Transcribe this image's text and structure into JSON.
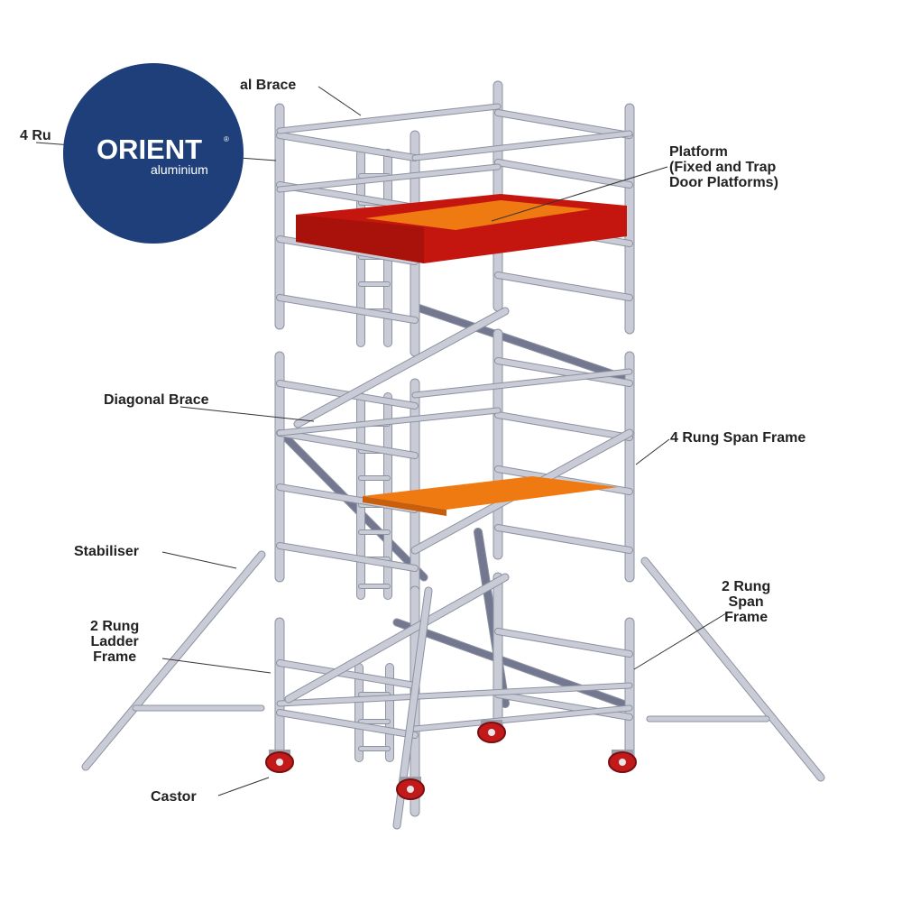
{
  "logo": {
    "brand": "ORIENT",
    "registered": "®",
    "tagline": "aluminium"
  },
  "labels": {
    "horizontal_brace": "al Brace",
    "four_rung_ladder_frame": "4 Ru",
    "platform": "Platform\n(Fixed and Trap\nDoor Platforms)",
    "diagonal_brace": "Diagonal Brace",
    "four_rung_span_frame": "4 Rung Span Frame",
    "stabiliser": "Stabiliser",
    "two_rung_span_frame": "2 Rung\nSpan\nFrame",
    "two_rung_ladder_frame": "2 Rung\nLadder\nFrame",
    "castor": "Castor"
  },
  "colors": {
    "tube": "#c9ccd6",
    "tube_edge": "#8d92a0",
    "platform_red": "#c4160e",
    "platform_orange": "#f07a12",
    "castor_red": "#c21a1a",
    "brace_dark": "#737890",
    "logo_blue": "#1e3f7a"
  }
}
